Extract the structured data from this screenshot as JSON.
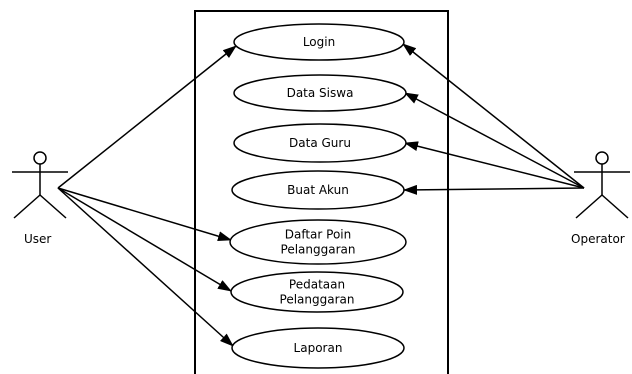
{
  "actors": {
    "user": {
      "label": "User"
    },
    "operator": {
      "label": "Operator"
    }
  },
  "use_cases": [
    {
      "id": "login",
      "lines": [
        "Login"
      ]
    },
    {
      "id": "data-siswa",
      "lines": [
        "Data Siswa"
      ]
    },
    {
      "id": "data-guru",
      "lines": [
        "Data Guru"
      ]
    },
    {
      "id": "buat-akun",
      "lines": [
        "Buat Akun"
      ]
    },
    {
      "id": "daftar-poin-pelanggaran",
      "lines": [
        "Daftar Poin",
        "Pelanggaran"
      ]
    },
    {
      "id": "pedataan-pelanggaran",
      "lines": [
        "Pedataan",
        "Pelanggaran"
      ]
    },
    {
      "id": "laporan",
      "lines": [
        "Laporan"
      ]
    }
  ],
  "associations": [
    {
      "from": "user",
      "to": "login"
    },
    {
      "from": "user",
      "to": "daftar-poin-pelanggaran"
    },
    {
      "from": "user",
      "to": "pedataan-pelanggaran"
    },
    {
      "from": "user",
      "to": "laporan"
    },
    {
      "from": "operator",
      "to": "login"
    },
    {
      "from": "operator",
      "to": "data-siswa"
    },
    {
      "from": "operator",
      "to": "data-guru"
    },
    {
      "from": "operator",
      "to": "buat-akun"
    }
  ],
  "colors": {
    "stroke": "#000000",
    "background": "#ffffff"
  }
}
